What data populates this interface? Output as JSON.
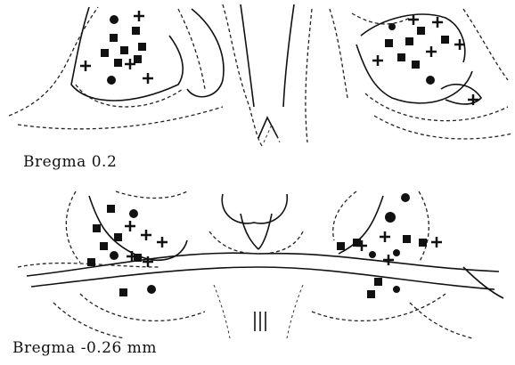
{
  "panels": [
    {
      "caption": "Bregma 0.2"
    },
    {
      "caption": "Bregma -0.26 mm"
    }
  ],
  "markers": {
    "square": "filled-square",
    "circle": "filled-circle",
    "cross": "plus-sign"
  },
  "colors": {
    "ink": "#111111",
    "background": "#ffffff"
  }
}
